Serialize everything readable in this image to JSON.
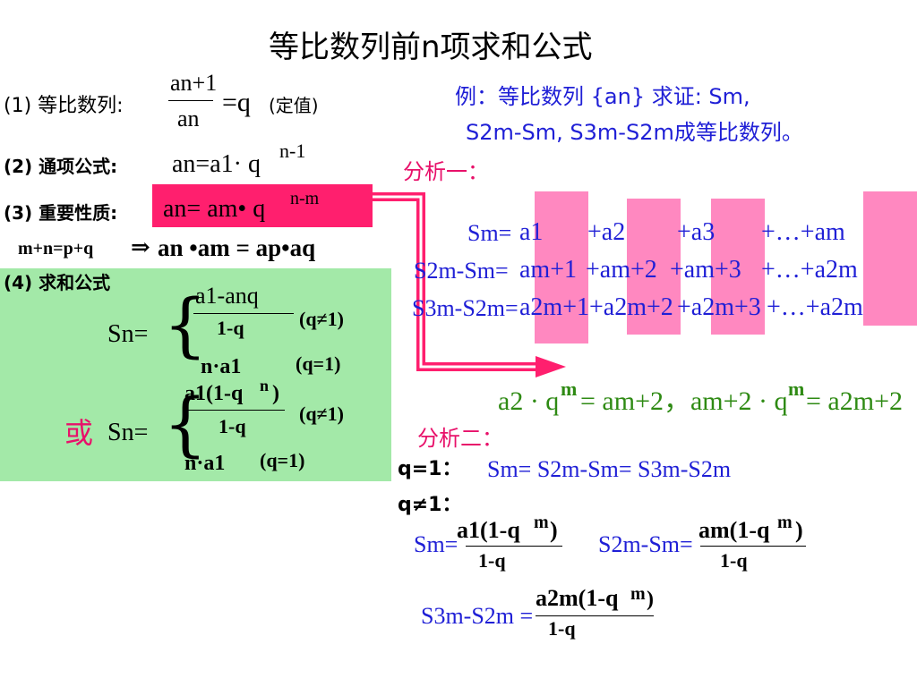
{
  "title": "等比数列前n项求和公式",
  "left": {
    "def_label": "(1)  等比数列:",
    "def_num": "an+1",
    "def_den": "an",
    "def_eq": "=q",
    "def_note": "(定值)",
    "gen_label": "(2) 通项公式:",
    "gen_formula": "an=a1· q",
    "gen_exp": "n-1",
    "prop_label": "(3) 重要性质:",
    "prop_formula": "an= am• q",
    "prop_exp": "n-m",
    "prop_rule_left": "m+n=p+q",
    "prop_rule_arrow": "⇒",
    "prop_rule_right": "an •am = ap•aq",
    "sum_label": "(4) 求和公式",
    "sn1": "Sn=",
    "sn1_c1_num": "a1-anq",
    "sn1_c1_den": "1-q",
    "sn1_c1_cond": "(q≠1)",
    "sn1_c2": "n·a1",
    "sn1_c2_cond": "(q=1)",
    "or": "或",
    "sn2": "Sn=",
    "sn2_c1_num": "a1(1-q",
    "sn2_c1_exp": "n",
    "sn2_c1_close": ")",
    "sn2_c1_den": "1-q",
    "sn2_c1_cond": "(q≠1)",
    "sn2_c2": "n·a1",
    "sn2_c2_cond": "(q=1)"
  },
  "right": {
    "example_line1": "例：等比数列 {an} 求证: Sm,",
    "example_line2": "S2m-Sm, S3m-S2m成等比数列。",
    "analysis1": "分析一：",
    "row1_left": "Sm=",
    "row1_terms": [
      "a1",
      "+a2",
      "+a3",
      "+…+am"
    ],
    "row2_left": "S2m-Sm=",
    "row2_terms": [
      "am+1",
      "+am+2",
      "+am+3",
      "+…+a2m"
    ],
    "row3_left": "S3m-S2m=",
    "row3_terms": [
      "a2m+1",
      "+a2m+2",
      "+a2m+3",
      "+…+a2m"
    ],
    "green_formula": "a2 · q",
    "green_exp1": "m",
    "green_mid": "= am+2，am+2 · q",
    "green_exp2": "m",
    "green_end": "= a2m+2",
    "analysis2": "分析二：",
    "q1_label": "q=1：",
    "q1_formula": "Sm= S2m-Sm= S3m-S2m",
    "qn1_label": "q≠1：",
    "f1_left": "Sm=",
    "f1_num": "a1(1-q",
    "f1_exp": "m",
    "f1_close": ")",
    "f1_den": "1-q",
    "f2_left": "S2m-Sm=",
    "f2_num": "am(1-q",
    "f2_exp": "m",
    "f2_close": ")",
    "f2_den": "1-q",
    "f3_left": "S3m-S2m =",
    "f3_num": "a2m(1-q",
    "f3_exp": "m",
    "f3_close": ")",
    "f3_den": "1-q"
  },
  "colors": {
    "pink_box": "#ff1f6e",
    "pink_column": "#ff88c0",
    "green_panel": "#a3e9a8",
    "blue_text": "#1f1fd6",
    "green_text": "#2e8a13",
    "red_text": "#e8116a"
  }
}
